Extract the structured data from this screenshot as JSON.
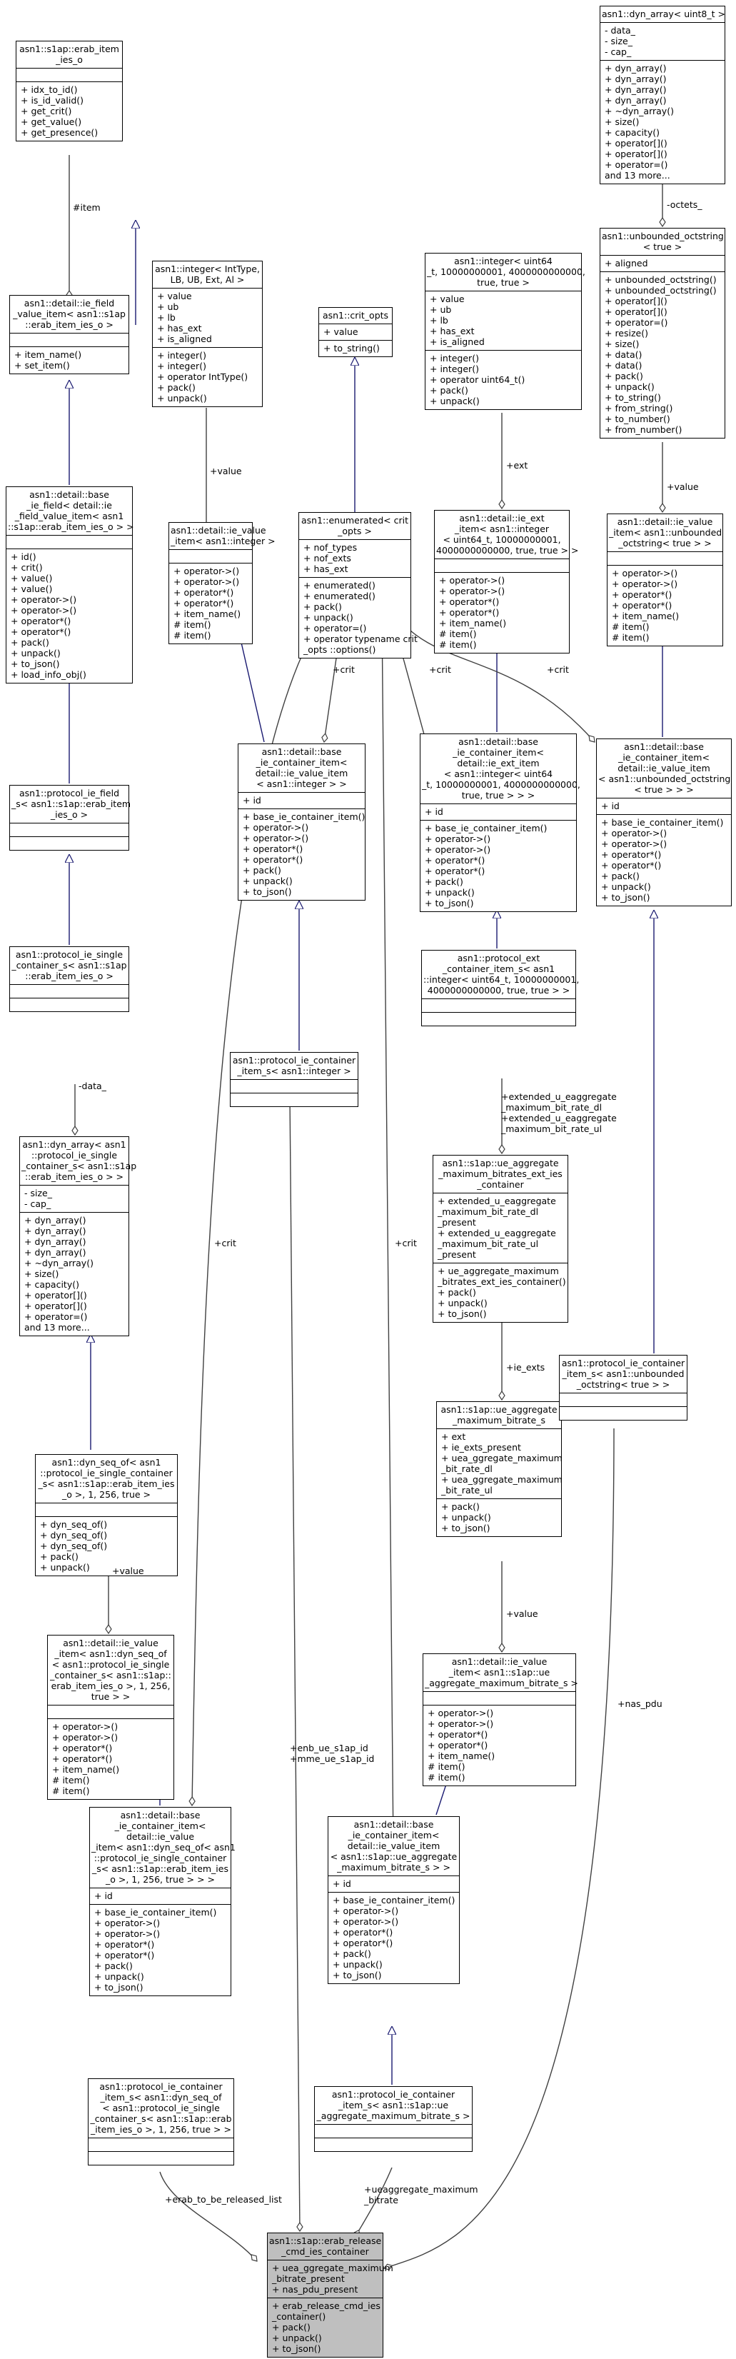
{
  "nodes": {
    "slap_items_o": {
      "title": "asn1::s1ap::erab_item\n_ies_o",
      "attrs": [],
      "methods": [
        "+ idx_to_id()",
        "+ is_id_valid()",
        "+ get_crit()",
        "+ get_value()",
        "+ get_presence()"
      ]
    },
    "field_value_item": {
      "title": "asn1::detail::ie_field\n_value_item< asn1::s1ap\n::erab_item_ies_o >",
      "attrs": [],
      "methods": [
        "+ item_name()",
        "+ set_item()"
      ]
    },
    "base_ie_field": {
      "title": "asn1::detail::base\n_ie_field< detail::ie\n_field_value_item< asn1\n::s1ap::erab_item_ies_o > >",
      "attrs": [],
      "methods": [
        "+ id()",
        "+ crit()",
        "+ value()",
        "+ value()",
        "+ operator->()",
        "+ operator->()",
        "+ operator*()",
        "+ operator*()",
        "+ pack()",
        "+ unpack()",
        "+ to_json()",
        "+ load_info_obj()"
      ]
    },
    "protocol_ie_field": {
      "title": "asn1::protocol_ie_field\n_s< asn1::s1ap::erab_item\n_ies_o >",
      "attrs": [],
      "methods": []
    },
    "protocol_ie_single": {
      "title": "asn1::protocol_ie_single\n_container_s< asn1::s1ap\n::erab_item_ies_o >",
      "attrs": [],
      "methods": []
    },
    "dyn_array_single": {
      "title": "asn1::dyn_array< asn1\n::protocol_ie_single\n_container_s< asn1::s1ap\n::erab_item_ies_o > >",
      "attrs": [
        "- size_",
        "- cap_"
      ],
      "methods": [
        "+ dyn_array()",
        "+ dyn_array()",
        "+ dyn_array()",
        "+ dyn_array()",
        "+ ~dyn_array()",
        "+ size()",
        "+ capacity()",
        "+ operator[]()",
        "+ operator[]()",
        "+ operator=()",
        "and 13 more..."
      ]
    },
    "dyn_seq_of": {
      "title": "asn1::dyn_seq_of< asn1\n::protocol_ie_single_container\n_s< asn1::s1ap::erab_item_ies\n_o >, 1, 256, true >",
      "attrs": [],
      "methods": [
        "+ dyn_seq_of()",
        "+ dyn_seq_of()",
        "+ dyn_seq_of()",
        "+ pack()",
        "+ unpack()"
      ]
    },
    "ie_value_item_dyn": {
      "title": "asn1::detail::ie_value\n_item< asn1::dyn_seq_of\n< asn1::protocol_ie_single\n_container_s< asn1::s1ap::\nerab_item_ies_o >, 1, 256,\ntrue > >",
      "attrs": [],
      "methods": [
        "+ operator->()",
        "+ operator->()",
        "+ operator*()",
        "+ operator*()",
        "+ item_name()",
        "# item()",
        "# item()"
      ]
    },
    "base_container_dyn": {
      "title": "asn1::detail::base\n_ie_container_item<\ndetail::ie_value\n_item< asn1::dyn_seq_of< asn1\n::protocol_ie_single_container\n_s< asn1::s1ap::erab_item_ies\n_o >, 1, 256, true > > >",
      "attrs": [
        "+ id"
      ],
      "methods": [
        "+ base_ie_container_item()",
        "+ operator->()",
        "+ operator->()",
        "+ operator*()",
        "+ operator*()",
        "+ pack()",
        "+ unpack()",
        "+ to_json()"
      ]
    },
    "protocol_container_dyn": {
      "title": "asn1::protocol_ie_container\n_item_s< asn1::dyn_seq_of\n< asn1::protocol_ie_single\n_container_s< asn1::s1ap::erab\n_item_ies_o >, 1, 256, true > >",
      "attrs": [],
      "methods": []
    },
    "integer_tpl": {
      "title": "asn1::integer< IntType,\nLB, UB, Ext, Al >",
      "attrs": [
        "+ value",
        "+ ub",
        "+ lb",
        "+ has_ext",
        "+ is_aligned"
      ],
      "methods": [
        "+ integer()",
        "+ integer()",
        "+ operator IntType()",
        "+ pack()",
        "+ unpack()"
      ]
    },
    "ie_value_item_int": {
      "title": "asn1::detail::ie_value\n_item< asn1::integer >",
      "attrs": [],
      "methods": [
        "+ operator->()",
        "+ operator->()",
        "+ operator*()",
        "+ operator*()",
        "+ item_name()",
        "# item()",
        "# item()"
      ]
    },
    "crit_opts": {
      "title": "asn1::crit_opts",
      "attrs": [
        "+ value"
      ],
      "methods": [
        "+ to_string()"
      ]
    },
    "enumerated_crit": {
      "title": "asn1::enumerated< crit\n_opts >",
      "attrs": [
        "+ nof_types",
        "+ nof_exts",
        "+ has_ext"
      ],
      "methods": [
        "+ enumerated()",
        "+ enumerated()",
        "+ pack()",
        "+ unpack()",
        "+ operator=()",
        "+ operator typename crit\n_opts ::options()"
      ]
    },
    "base_container_int": {
      "title": "asn1::detail::base\n_ie_container_item<\ndetail::ie_value_item\n< asn1::integer > >",
      "attrs": [
        "+ id"
      ],
      "methods": [
        "+ base_ie_container_item()",
        "+ operator->()",
        "+ operator->()",
        "+ operator*()",
        "+ operator*()",
        "+ pack()",
        "+ unpack()",
        "+ to_json()"
      ]
    },
    "protocol_container_int": {
      "title": "asn1::protocol_ie_container\n_item_s< asn1::integer >",
      "attrs": [],
      "methods": []
    },
    "integer_u64": {
      "title": "asn1::integer< uint64\n_t, 10000000001, 4000000000000,\ntrue, true >",
      "attrs": [
        "+ value",
        "+ ub",
        "+ lb",
        "+ has_ext",
        "+ is_aligned"
      ],
      "methods": [
        "+ integer()",
        "+ integer()",
        "+ operator uint64_t()",
        "+ pack()",
        "+ unpack()"
      ]
    },
    "ie_ext_item": {
      "title": "asn1::detail::ie_ext\n_item< asn1::integer\n< uint64_t, 10000000001,\n4000000000000, true, true > >",
      "attrs": [],
      "methods": [
        "+ operator->()",
        "+ operator->()",
        "+ operator*()",
        "+ operator*()",
        "+ item_name()",
        "# item()",
        "# item()"
      ]
    },
    "base_container_ext": {
      "title": "asn1::detail::base\n_ie_container_item<\ndetail::ie_ext_item\n< asn1::integer< uint64\n_t, 10000000001, 4000000000000,\ntrue, true > > >",
      "attrs": [
        "+ id"
      ],
      "methods": [
        "+ base_ie_container_item()",
        "+ operator->()",
        "+ operator->()",
        "+ operator*()",
        "+ operator*()",
        "+ pack()",
        "+ unpack()",
        "+ to_json()"
      ]
    },
    "protocol_ext_container": {
      "title": "asn1::protocol_ext\n_container_item_s< asn1\n::integer< uint64_t, 10000000001,\n4000000000000, true, true > >",
      "attrs": [],
      "methods": []
    },
    "ue_agg_ext_ies": {
      "title": "asn1::s1ap::ue_aggregate\n_maximum_bitrates_ext_ies\n_container",
      "attrs": [
        "+ extended_u_eaggregate\n_maximum_bit_rate_dl\n_present",
        "+ extended_u_eaggregate\n_maximum_bit_rate_ul\n_present"
      ],
      "methods": [
        "+ ue_aggregate_maximum\n_bitrates_ext_ies_container()",
        "+ pack()",
        "+ unpack()",
        "+ to_json()"
      ]
    },
    "ue_agg_max_bitrate": {
      "title": "asn1::s1ap::ue_aggregate\n_maximum_bitrate_s",
      "attrs": [
        "+ ext",
        "+ ie_exts_present",
        "+ uea_ggregate_maximum\n_bit_rate_dl",
        "+ uea_ggregate_maximum\n_bit_rate_ul"
      ],
      "methods": [
        "+ pack()",
        "+ unpack()",
        "+ to_json()"
      ]
    },
    "ie_value_item_ue": {
      "title": "asn1::detail::ie_value\n_item< asn1::s1ap::ue\n_aggregate_maximum_bitrate_s >",
      "attrs": [],
      "methods": [
        "+ operator->()",
        "+ operator->()",
        "+ operator*()",
        "+ operator*()",
        "+ item_name()",
        "# item()",
        "# item()"
      ]
    },
    "base_container_ue": {
      "title": "asn1::detail::base\n_ie_container_item<\ndetail::ie_value_item\n< asn1::s1ap::ue_aggregate\n_maximum_bitrate_s > >",
      "attrs": [
        "+ id"
      ],
      "methods": [
        "+ base_ie_container_item()",
        "+ operator->()",
        "+ operator->()",
        "+ operator*()",
        "+ operator*()",
        "+ pack()",
        "+ unpack()",
        "+ to_json()"
      ]
    },
    "protocol_container_ue": {
      "title": "asn1::protocol_ie_container\n_item_s< asn1::s1ap::ue\n_aggregate_maximum_bitrate_s >",
      "attrs": [],
      "methods": []
    },
    "dyn_array_u8": {
      "title": "asn1::dyn_array< uint8_t >",
      "attrs": [
        "- data_",
        "- size_",
        "- cap_"
      ],
      "methods": [
        "+ dyn_array()",
        "+ dyn_array()",
        "+ dyn_array()",
        "+ dyn_array()",
        "+ ~dyn_array()",
        "+ size()",
        "+ capacity()",
        "+ operator[]()",
        "+ operator[]()",
        "+ operator=()",
        "and 13 more..."
      ]
    },
    "unbounded_octstring": {
      "title": "asn1::unbounded_octstring\n< true >",
      "attrs": [
        "+ aligned"
      ],
      "methods": [
        "+ unbounded_octstring()",
        "+ unbounded_octstring()",
        "+ operator[]()",
        "+ operator[]()",
        "+ operator=()",
        "+ resize()",
        "+ size()",
        "+ data()",
        "+ data()",
        "+ pack()",
        "+ unpack()",
        "+ to_string()",
        "+ from_string()",
        "+ to_number()",
        "+ from_number()"
      ]
    },
    "ie_value_item_oct": {
      "title": "asn1::detail::ie_value\n_item< asn1::unbounded\n_octstring< true > >",
      "attrs": [],
      "methods": [
        "+ operator->()",
        "+ operator->()",
        "+ operator*()",
        "+ operator*()",
        "+ item_name()",
        "# item()",
        "# item()"
      ]
    },
    "base_container_oct": {
      "title": "asn1::detail::base\n_ie_container_item<\ndetail::ie_value_item\n< asn1::unbounded_octstring\n< true > > >",
      "attrs": [
        "+ id"
      ],
      "methods": [
        "+ base_ie_container_item()",
        "+ operator->()",
        "+ operator->()",
        "+ operator*()",
        "+ operator*()",
        "+ pack()",
        "+ unpack()",
        "+ to_json()"
      ]
    },
    "protocol_container_oct": {
      "title": "asn1::protocol_ie_container\n_item_s< asn1::unbounded\n_octstring< true > >",
      "attrs": [],
      "methods": []
    },
    "erab_release_cmd": {
      "title": "asn1::s1ap::erab_release\n_cmd_ies_container",
      "attrs": [
        "+ uea_ggregate_maximum\n_bitrate_present",
        "+ nas_pdu_present"
      ],
      "methods": [
        "+ erab_release_cmd_ies\n_container()",
        "+ pack()",
        "+ unpack()",
        "+ to_json()"
      ]
    }
  },
  "labels": {
    "l_item": "#item",
    "l_data": "-data_",
    "l_value_dyn": "+value",
    "l_value_int": "+value",
    "l_crit_int": "+crit",
    "l_crit_dyn": "+crit",
    "l_crit_ue": "+crit",
    "l_crit_ext": "+crit",
    "l_crit_oct": "+crit",
    "l_ext": "+ext",
    "l_ext_dl_ul": "+extended_u_eaggregate\n_maximum_bit_rate_dl\n+extended_u_eaggregate\n_maximum_bit_rate_ul",
    "l_ie_exts": "+ie_exts",
    "l_value_ue": "+value",
    "l_octets": "-octets_",
    "l_value_oct": "+value",
    "l_enb_mme": "+enb_ue_s1ap_id\n+mme_ue_s1ap_id",
    "l_nas_pdu": "+nas_pdu",
    "l_erab_list": "+erab_to_be_released_list",
    "l_ueagg": "+ueaggregate_maximum\n_bitrate"
  }
}
